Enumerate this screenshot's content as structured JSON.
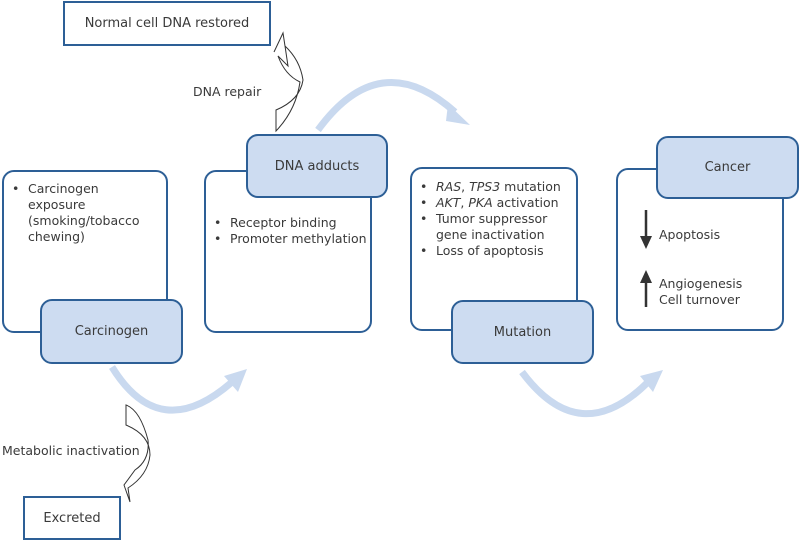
{
  "title": "Carcinogenesis pathway",
  "nodes": {
    "normal_restored": "Normal cell DNA restored",
    "excreted": "Excreted",
    "carcinogen": {
      "label": "Carcinogen",
      "bullets": [
        "Carcinogen exposure (smoking/tobacco chewing)"
      ]
    },
    "dna_adducts": {
      "label": "DNA adducts",
      "bullets": [
        "Receptor binding",
        "Promoter methylation"
      ]
    },
    "mutation": {
      "label": "Mutation",
      "bullets": [
        {
          "italic_a": "RAS",
          "sep": ", ",
          "italic_b": "TPS3",
          "rest": " mutation"
        },
        {
          "italic_a": "AKT",
          "sep": ", ",
          "italic_b": "PKA",
          "rest": " activation"
        },
        "Tumor suppressor gene inactivation",
        "Loss of apoptosis"
      ]
    },
    "cancer": {
      "label": "Cancer",
      "decreased": "Apoptosis",
      "increased": [
        "Angiogenesis",
        "Cell turnover"
      ]
    }
  },
  "edge_labels": {
    "dna_repair": "DNA repair",
    "metabolic_inactivation": "Metabolic inactivation"
  },
  "colors": {
    "border": "#2d5f96",
    "header_fill": "#cddcf1",
    "flow_arrow": "#c7d8ee"
  }
}
